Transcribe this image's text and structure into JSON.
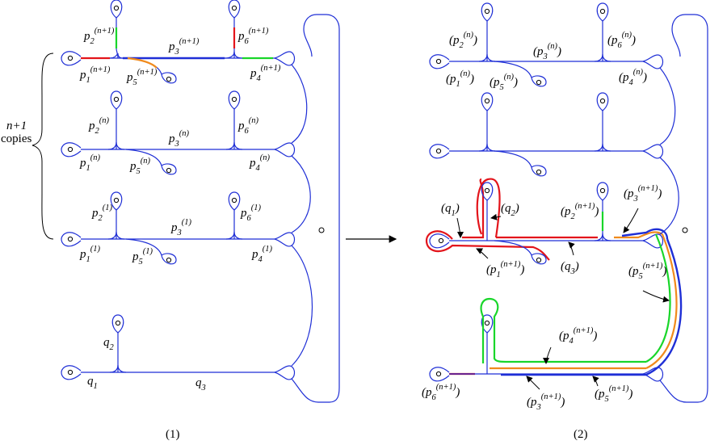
{
  "panel1": {
    "caption": "(1)",
    "copies_label": [
      "n+1",
      "copies"
    ],
    "rows": [
      {
        "id": "row-n1",
        "p1": "n+1",
        "p2": "n+1",
        "p3": "n+1",
        "p4": "n+1",
        "p5": "n+1",
        "p6": "n+1"
      },
      {
        "id": "row-n",
        "p1": "n",
        "p2": "n",
        "p3": "n",
        "p4": "n",
        "p5": "n",
        "p6": "n"
      },
      {
        "id": "row-1",
        "p1": "1",
        "p2": "1",
        "p3": "1",
        "p4": "1",
        "p5": "1",
        "p6": "1"
      }
    ],
    "q_labels": {
      "q1": "1",
      "q2": "2",
      "q3": "3"
    }
  },
  "panel2": {
    "caption": "(2)",
    "labels": {
      "top_p1": "n",
      "top_p2": "n",
      "top_p3": "n",
      "top_p4": "n",
      "top_p5": "n",
      "top_p6": "n",
      "q1": "1",
      "q2": "2",
      "q3": "3",
      "mid_p1": "n+1",
      "mid_p2": "n+1",
      "mid_p3": "n+1",
      "bot_p4": "n+1",
      "bot_p5_side": "n+1",
      "bot_p5": "n+1",
      "bot_p3": "n+1",
      "bot_p6": "n+1"
    }
  },
  "colors": {
    "blue": "#1f2fd6",
    "red": "#e3141b",
    "green": "#19d62a",
    "orange": "#f08a1c"
  }
}
